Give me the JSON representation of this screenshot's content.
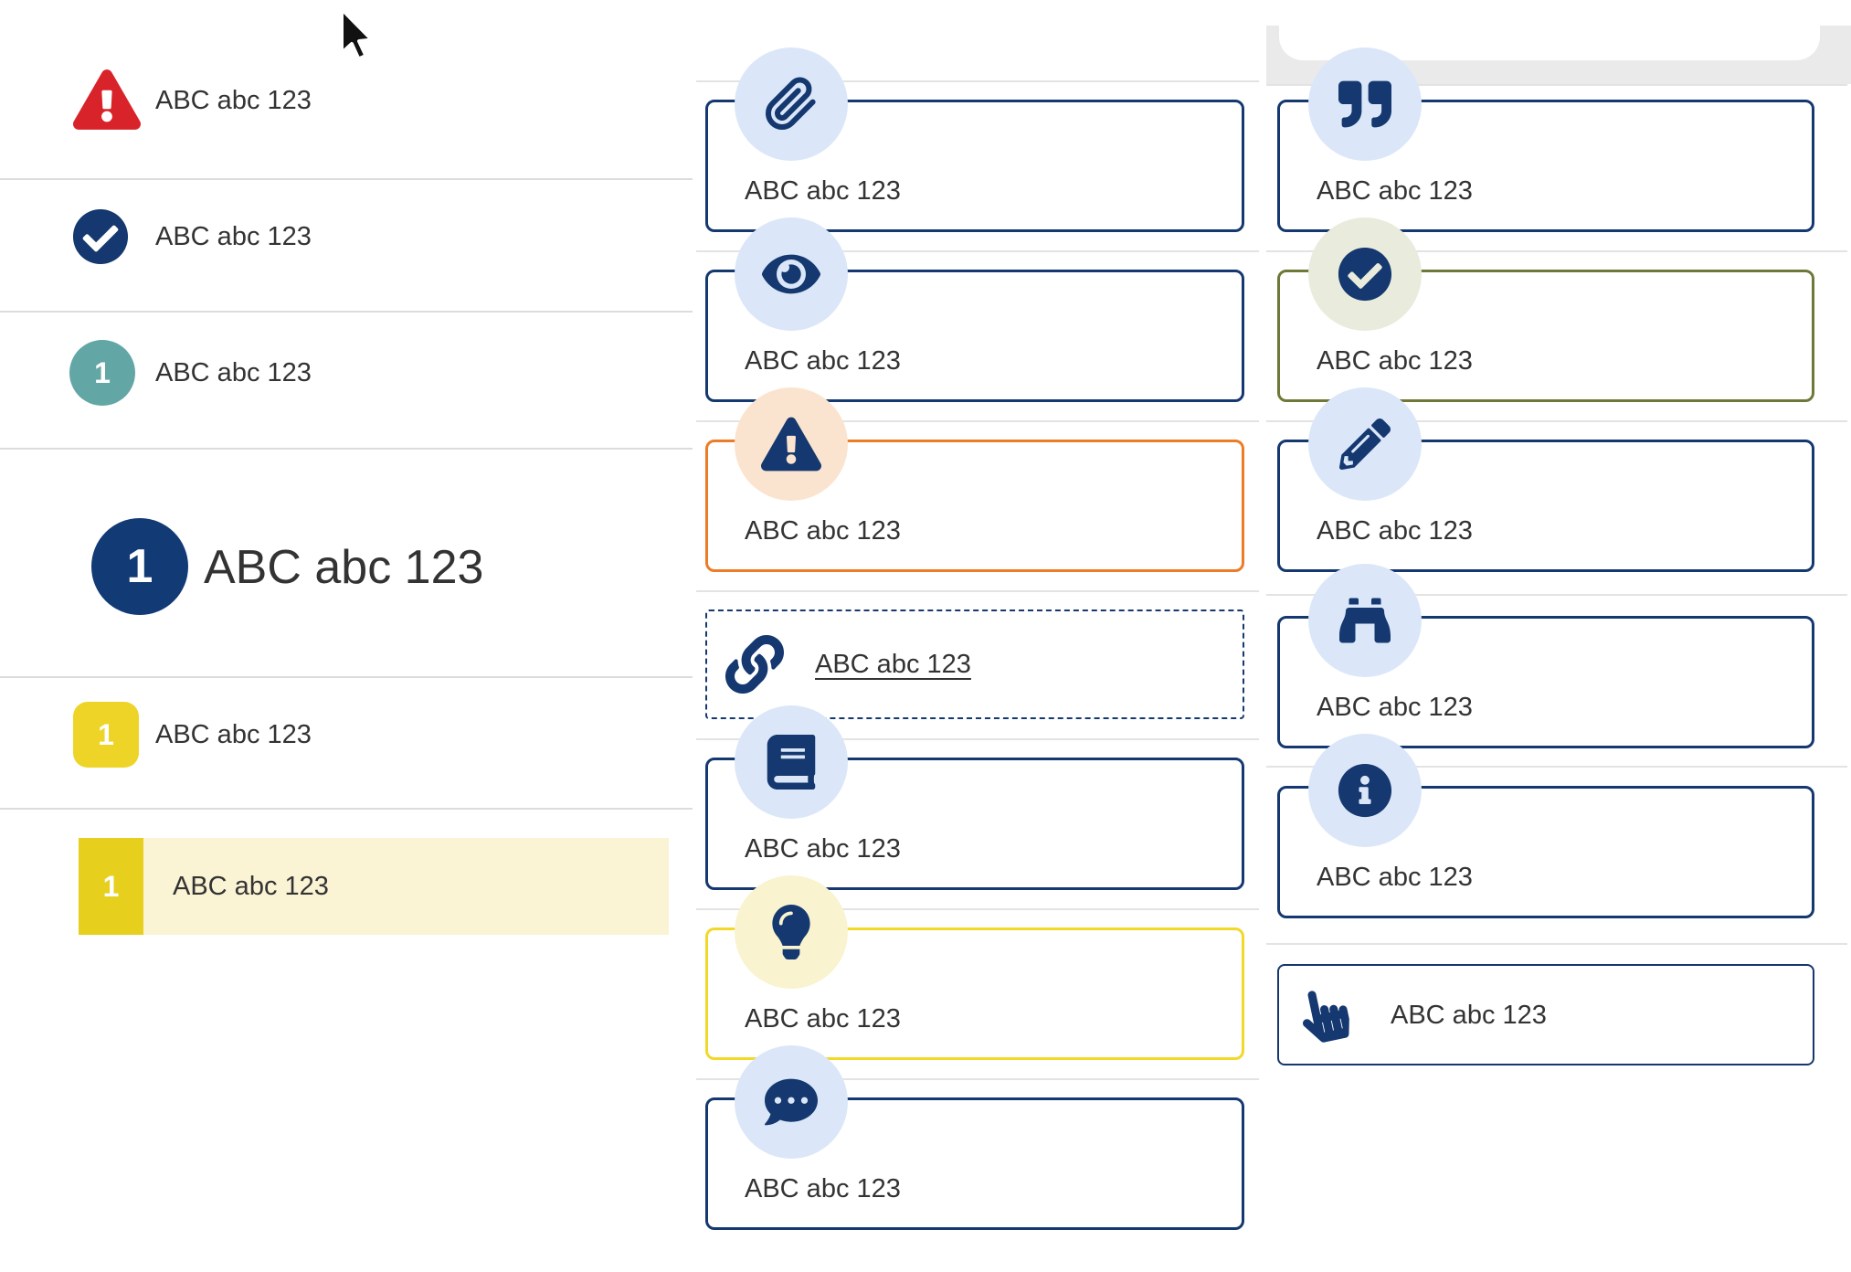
{
  "page": {
    "background": "#ffffff"
  },
  "colors": {
    "navy": "#14386f",
    "navy_badge": "#123a75",
    "red": "#d8232a",
    "teal": "#62a7a5",
    "yellow_badge": "#eed426",
    "yellow_highlight_block": "#e7cf1d",
    "yellow_highlight_bg": "#faf3d4",
    "orange_border": "#ec7c25",
    "yellow_border": "#f2d829",
    "olive_border": "#6f7838",
    "icon_circle_blue": "#dbe7f8",
    "icon_circle_peach": "#fbe4cf",
    "icon_circle_palegreen": "#e9ecdc",
    "icon_circle_paleyellow": "#f9f3cf",
    "text": "#333333",
    "divider": "#dcdcdc"
  },
  "left_list": {
    "items": [
      {
        "icon": "warning-triangle-icon",
        "label": "ABC abc 123"
      },
      {
        "icon": "check-circle-icon",
        "label": "ABC abc 123"
      },
      {
        "badge": "1",
        "style": "teal-circle",
        "label": "ABC abc 123"
      },
      {
        "badge": "1",
        "style": "large-navy-circle",
        "label": "ABC abc 123"
      },
      {
        "badge": "1",
        "style": "yellow-rounded-square",
        "label": "ABC abc 123"
      },
      {
        "badge": "1",
        "style": "yellow-highlighted-row",
        "label": "ABC abc 123"
      }
    ]
  },
  "middle_cards": [
    {
      "icon": "paperclip-icon",
      "variant": "default",
      "label": "ABC abc 123"
    },
    {
      "icon": "eye-icon",
      "variant": "default",
      "label": "ABC abc 123"
    },
    {
      "icon": "warning-triangle-icon",
      "variant": "warning-orange",
      "label": "ABC abc 123"
    },
    {
      "icon": "link-icon",
      "variant": "dashed-link",
      "label": "ABC abc 123"
    },
    {
      "icon": "book-icon",
      "variant": "default",
      "label": "ABC abc 123"
    },
    {
      "icon": "lightbulb-icon",
      "variant": "tip-yellow",
      "label": "ABC abc 123"
    },
    {
      "icon": "comment-dots-icon",
      "variant": "default",
      "label": "ABC abc 123"
    }
  ],
  "right_cards": [
    {
      "icon": "quote-right-icon",
      "variant": "default",
      "label": "ABC abc 123"
    },
    {
      "icon": "check-circle-icon",
      "variant": "success-olive",
      "label": "ABC abc 123"
    },
    {
      "icon": "pencil-icon",
      "variant": "default",
      "label": "ABC abc 123"
    },
    {
      "icon": "binoculars-icon",
      "variant": "default",
      "label": "ABC abc 123"
    },
    {
      "icon": "info-circle-icon",
      "variant": "default",
      "label": "ABC abc 123"
    },
    {
      "icon": "hand-pointer-icon",
      "variant": "hand-inline",
      "label": "ABC abc 123"
    }
  ]
}
